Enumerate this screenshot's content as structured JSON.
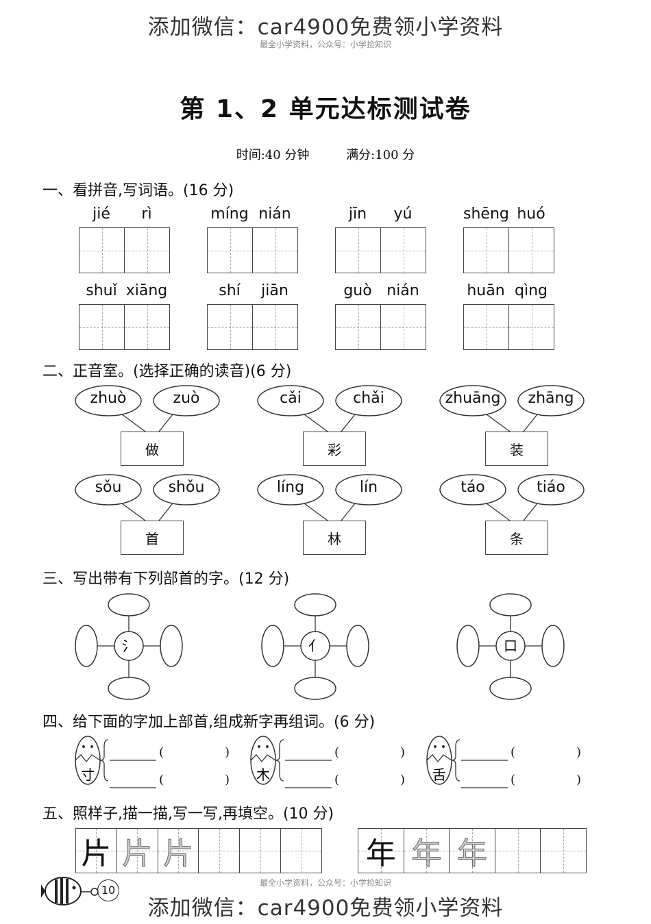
{
  "watermark_top": "添加微信：car4900免费领小学资料",
  "watermark_bottom": "添加微信：car4900免费领小学资料",
  "faint_top": "最全小学资料，公众号：小学捡知识",
  "faint_bottom": "最全小学资料，公众号：小学捡知识",
  "title": "第 1、2 单元达标测试卷",
  "time": "时间:40 分钟",
  "score": "满分:100 分",
  "sections": {
    "s1": "一、看拼音,写词语。(16 分)",
    "s2": "二、正音室。(选择正确的读音)(6 分)",
    "s3": "三、写出带有下列部首的字。(12 分)",
    "s4": "四、给下面的字加上部首,组成新字再组词。(6 分)",
    "s5": "五、照样子,描一描,写一写,再填空。(10 分)"
  },
  "pinyin": [
    [
      "jié",
      "rì"
    ],
    [
      "míng",
      "nián"
    ],
    [
      "jīn",
      "yú"
    ],
    [
      "shēng",
      "huó"
    ],
    [
      "shuǐ",
      "xiāng"
    ],
    [
      "shí",
      "jiān"
    ],
    [
      "guò",
      "nián"
    ],
    [
      "huān",
      "qìng"
    ]
  ],
  "correct": [
    {
      "a": "zhuò",
      "b": "zuò",
      "char": "做"
    },
    {
      "a": "cǎi",
      "b": "chǎi",
      "char": "彩"
    },
    {
      "a": "zhuāng",
      "b": "zhāng",
      "char": "装"
    },
    {
      "a": "sǒu",
      "b": "shǒu",
      "char": "首"
    },
    {
      "a": "líng",
      "b": "lín",
      "char": "林"
    },
    {
      "a": "táo",
      "b": "tiáo",
      "char": "条"
    }
  ],
  "radicals": [
    "氵",
    "亻",
    "口"
  ],
  "eggs": [
    "寸",
    "木",
    "舌"
  ],
  "paren_open": "(",
  "paren_close": ")",
  "trace": {
    "pian": [
      "片",
      "片",
      "片"
    ],
    "nian": [
      "年",
      "年",
      "年"
    ]
  },
  "page_number": "10"
}
